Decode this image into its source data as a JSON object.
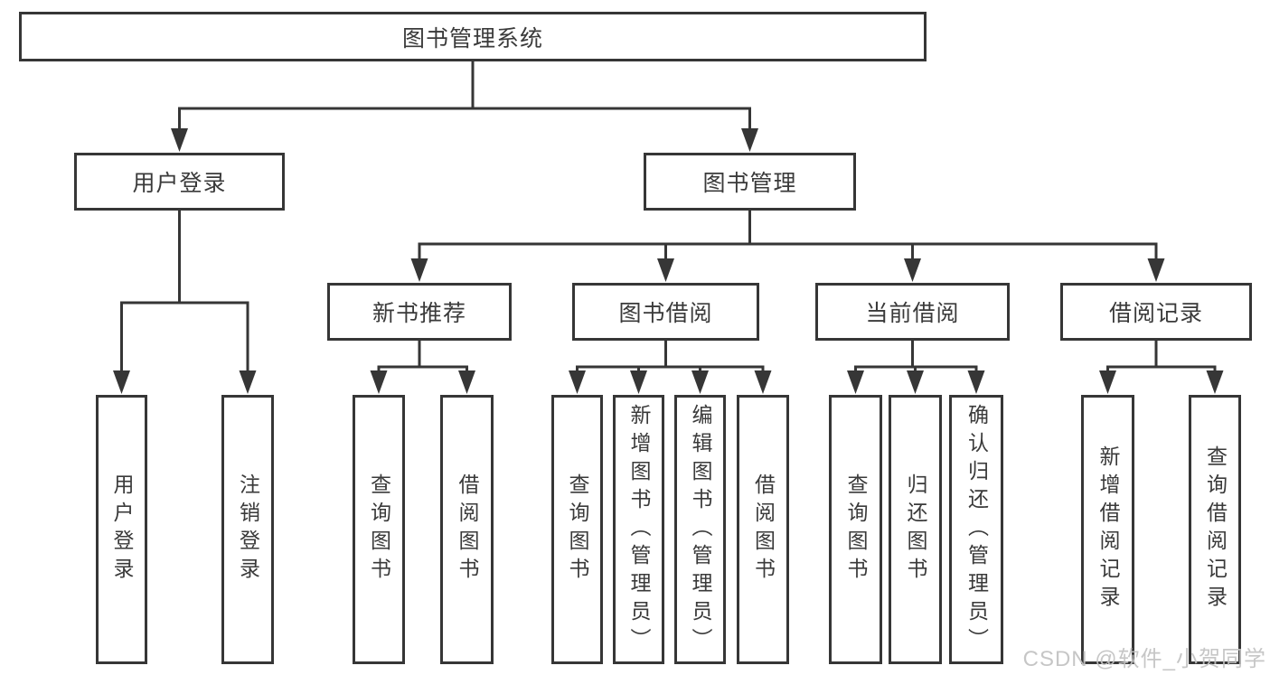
{
  "diagram": {
    "root": "图书管理系统",
    "level2": {
      "user_login": "用户登录",
      "book_mgmt": "图书管理"
    },
    "level3": {
      "new_books": "新书推荐",
      "book_borrow": "图书借阅",
      "current_borrow": "当前借阅",
      "borrow_records": "借阅记录"
    },
    "leaves": {
      "user_login": [
        "用户登录",
        "注销登录"
      ],
      "new_books": [
        "查询图书",
        "借阅图书"
      ],
      "book_borrow": [
        "查询图书",
        "新增图书（管理员）",
        "编辑图书（管理员）",
        "借阅图书"
      ],
      "current_borrow": [
        "查询图书",
        "归还图书",
        "确认归还（管理员）"
      ],
      "borrow_records": [
        "新增借阅记录",
        "查询借阅记录"
      ]
    }
  },
  "watermark": "CSDN @软件_小贺同学",
  "colors": {
    "line": "#363636",
    "text": "#3a3a3a",
    "background": "#ffffff",
    "watermark": "#c2c2c2"
  }
}
